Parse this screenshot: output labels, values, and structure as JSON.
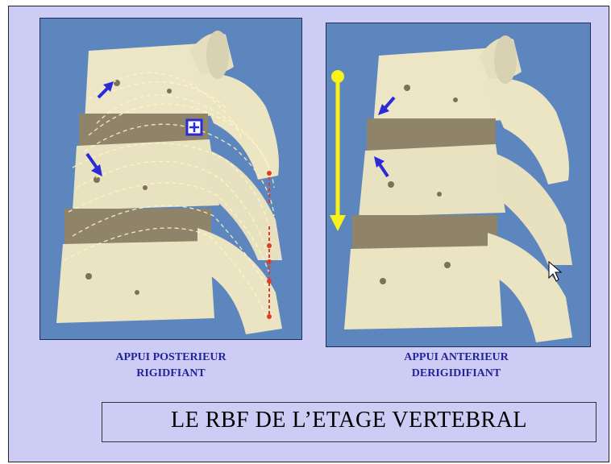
{
  "captions": {
    "left": {
      "line1": "APPUI POSTERIEUR",
      "line2": "RIGIDFIANT"
    },
    "right": {
      "line1": "APPUI ANTERIEUR",
      "line2": "DERIGIDIFIANT"
    }
  },
  "title": "LE RBF DE L’ETAGE VERTEBRAL",
  "colors": {
    "slide_background": "#ccccf5",
    "photo_background": "#5e86be",
    "bone": "#ede6c6",
    "disc": "#8f836a",
    "arrow_blue": "#2a2ad8",
    "arrow_yellow": "#f8f21a",
    "line_red": "#e23a2a",
    "caption_text": "#23239a"
  },
  "icons": [
    "blue-arrow-icon",
    "yellow-double-arrow-icon",
    "mouse-cursor-icon",
    "pivot-marker-icon"
  ]
}
